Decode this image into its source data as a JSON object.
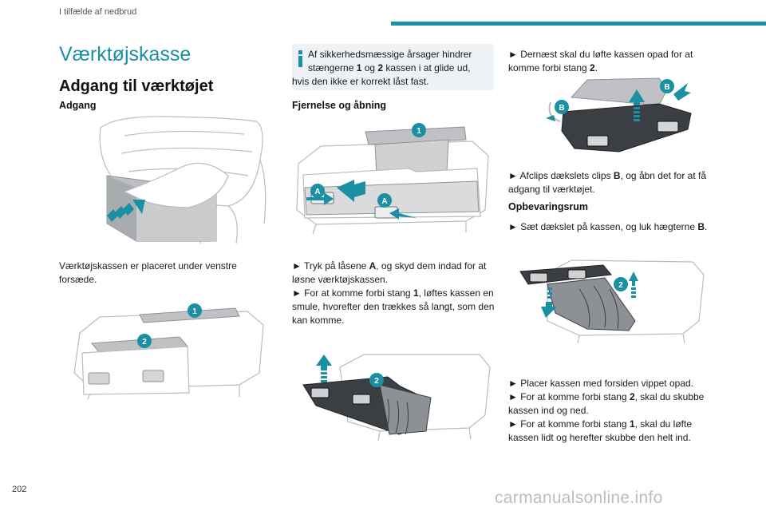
{
  "header": {
    "section": "I tilfælde af nedbrud"
  },
  "page_number": "202",
  "watermark": "carmanualsonline.info",
  "col1": {
    "title": "Værktøjskasse",
    "subtitle": "Adgang til værktøjet",
    "heading_access": "Adgang",
    "text_location": "Værktøjskassen er placeret under venstre forsæde."
  },
  "col2": {
    "note": "Af sikkerhedsmæssige årsager hindrer stængerne 1 og 2 kassen i at glide ud, hvis den ikke er korrekt låst fast.",
    "note_line1": "Af sikkerhedsmæssige årsager hindrer",
    "note_line2_a": "stængerne ",
    "note_line2_b": "1",
    "note_line2_c": " og ",
    "note_line2_d": "2",
    "note_line2_e": " kassen i at glide ud,",
    "note_line3": "hvis den ikke er korrekt låst fast.",
    "heading_removal": "Fjernelse og åbning",
    "step1_a": "► Tryk på låsene ",
    "step1_b": "A",
    "step1_c": ", og skyd dem indad for at",
    "step1_d": "løsne værktøjskassen.",
    "step2_a": "► For at komme forbi stang ",
    "step2_b": "1",
    "step2_c": ", løftes kassen en",
    "step2_d": "smule, hvorefter den trækkes så langt, som den",
    "step2_e": "kan komme."
  },
  "col3": {
    "step3_a": "► Dernæst skal du løfte kassen opad for at",
    "step3_b": "komme forbi stang ",
    "step3_c": "2",
    "step3_d": ".",
    "step4_a": "► Afclips dækslets clips ",
    "step4_b": "B",
    "step4_c": ", og åbn det for at få",
    "step4_d": "adgang til værktøjet.",
    "heading_storage": "Opbevaringsrum",
    "step5_a": "► Sæt dækslet på kassen, og luk hægterne ",
    "step5_b": "B",
    "step5_c": ".",
    "step6": "► Placer kassen med forsiden vippet opad.",
    "step7_a": "► For at komme forbi stang ",
    "step7_b": "2",
    "step7_c": ", skal du skubbe",
    "step7_d": "kassen ind og ned.",
    "step8_a": "► For at komme forbi stang ",
    "step8_b": "1",
    "step8_c": ", skal du løfte",
    "step8_d": "kassen lidt og herefter skubbe den helt ind."
  },
  "callouts": {
    "one": "1",
    "two": "2",
    "a": "A",
    "b": "B"
  },
  "colors": {
    "accent": "#1b8fa3",
    "note_bg": "#eef2f4"
  }
}
